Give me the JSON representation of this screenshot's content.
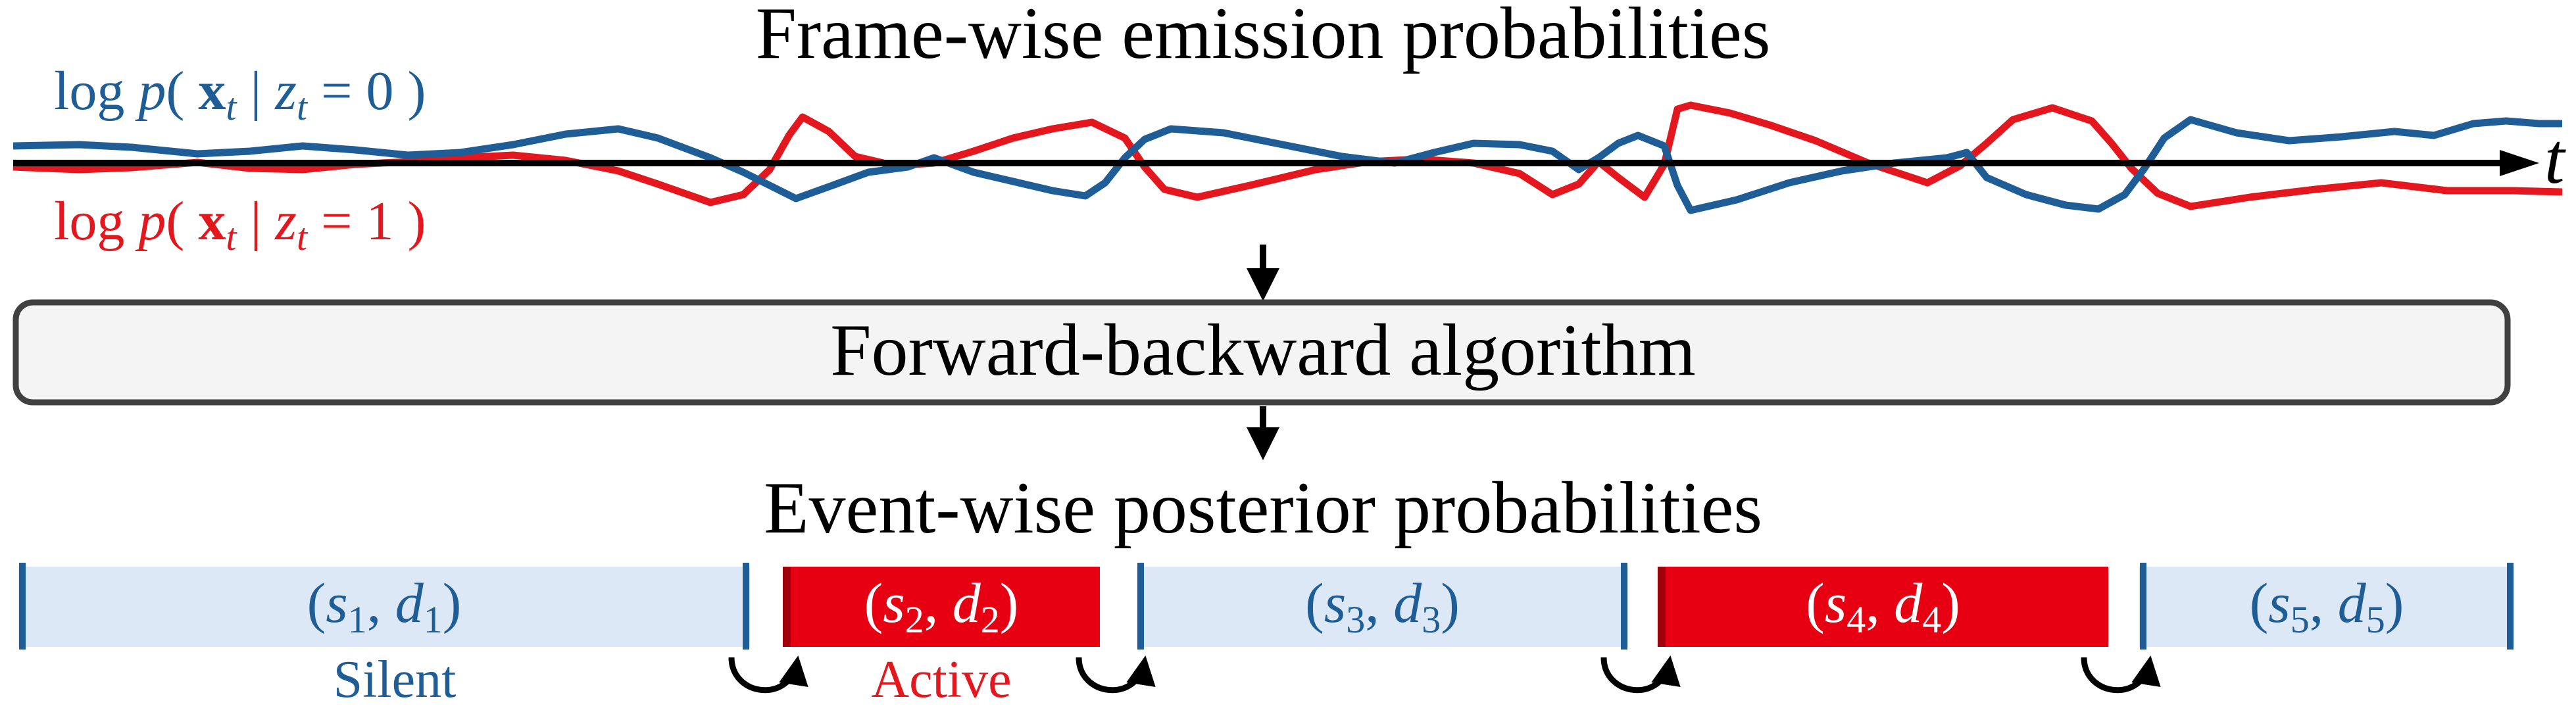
{
  "header": {
    "title": "Frame-wise emission probabilities"
  },
  "emission": {
    "axis_label": "t",
    "silent": {
      "label_parts": [
        "log",
        "p",
        "(",
        "x",
        "t",
        "|",
        "z",
        "t",
        "=",
        "0",
        ")"
      ],
      "color": "#1f5d96"
    },
    "active": {
      "label_parts": [
        "log",
        "p",
        "(",
        "x",
        "t",
        "|",
        "z",
        "t",
        "=",
        "1",
        ")"
      ],
      "color": "#e3171d"
    }
  },
  "process": {
    "label": "Forward-backward algorithm"
  },
  "result": {
    "title": "Event-wise posterior probabilities"
  },
  "events": [
    {
      "label_parts": [
        "(",
        "s",
        "1",
        ", ",
        "d",
        "1",
        ")"
      ],
      "state": "silent",
      "state_label": "Silent"
    },
    {
      "label_parts": [
        "(",
        "s",
        "2",
        ", ",
        "d",
        "2",
        ")"
      ],
      "state": "active",
      "state_label": "Active"
    },
    {
      "label_parts": [
        "(",
        "s",
        "3",
        ", ",
        "d",
        "3",
        ")"
      ],
      "state": "silent",
      "state_label": ""
    },
    {
      "label_parts": [
        "(",
        "s",
        "4",
        ", ",
        "d",
        "4",
        ")"
      ],
      "state": "active",
      "state_label": ""
    },
    {
      "label_parts": [
        "(",
        "s",
        "5",
        ", ",
        "d",
        "5",
        ")"
      ],
      "state": "silent",
      "state_label": ""
    }
  ],
  "colors": {
    "silent_fill": "#dce8f5",
    "active_fill": "#e60012",
    "silent_text": "#1f5d96",
    "active_text": "#e3171d",
    "box_fill": "#f4f4f4",
    "box_stroke": "#404040"
  }
}
